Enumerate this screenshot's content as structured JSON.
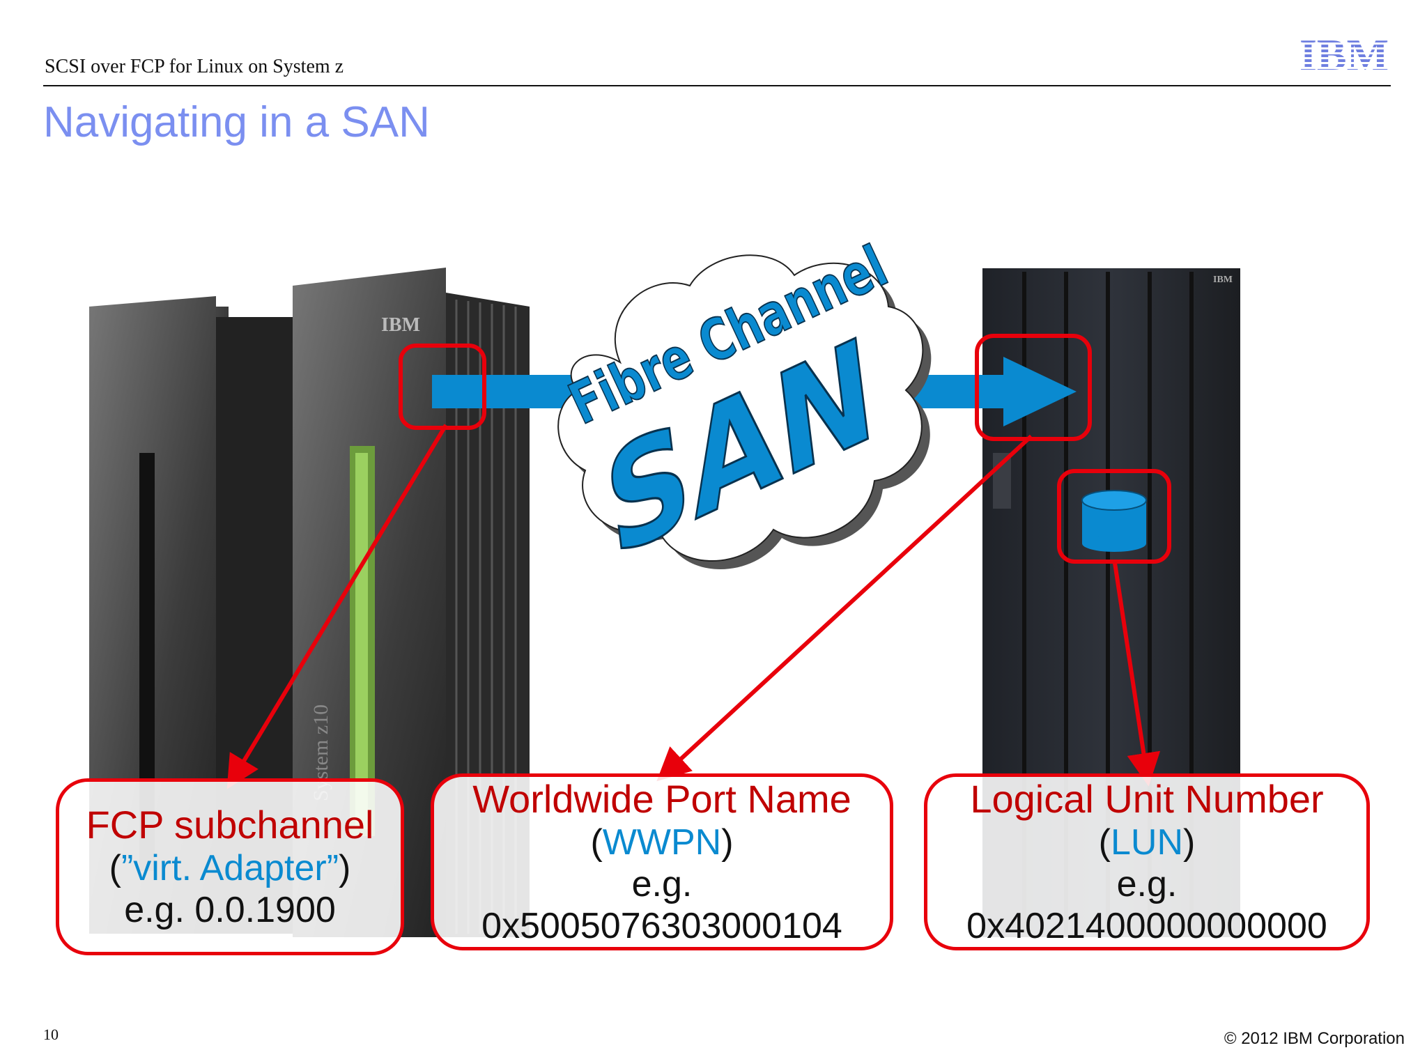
{
  "header": {
    "text": "SCSI over FCP for Linux on System z",
    "logo": "IBM"
  },
  "title": "Navigating in a SAN",
  "cloud": {
    "line1": "Fibre Channel",
    "line2": "SAN"
  },
  "server": {
    "brand": "IBM",
    "side_label": "System z10"
  },
  "storage": {
    "brand": "IBM"
  },
  "callouts": {
    "fcp": {
      "head": "FCP subchannel",
      "open": "(",
      "note": "”virt. Adapter”",
      "close": ")",
      "example": "e.g. 0.0.1900"
    },
    "wwpn": {
      "head": "Worldwide Port Name",
      "open": "(",
      "note": "WWPN",
      "close": ")",
      "eg": "e.g.",
      "example": "0x5005076303000104"
    },
    "lun": {
      "head": "Logical Unit Number",
      "open": "(",
      "note": "LUN",
      "close": ")",
      "eg": "e.g.",
      "example": "0x4021400000000000"
    }
  },
  "colors": {
    "title": "#7b8ff0",
    "accent_red": "#e8000b",
    "fc_blue": "#0a8ad0",
    "head_red": "#c00000"
  },
  "footer": {
    "page": "10",
    "copyright": "© 2012 IBM Corporation"
  }
}
